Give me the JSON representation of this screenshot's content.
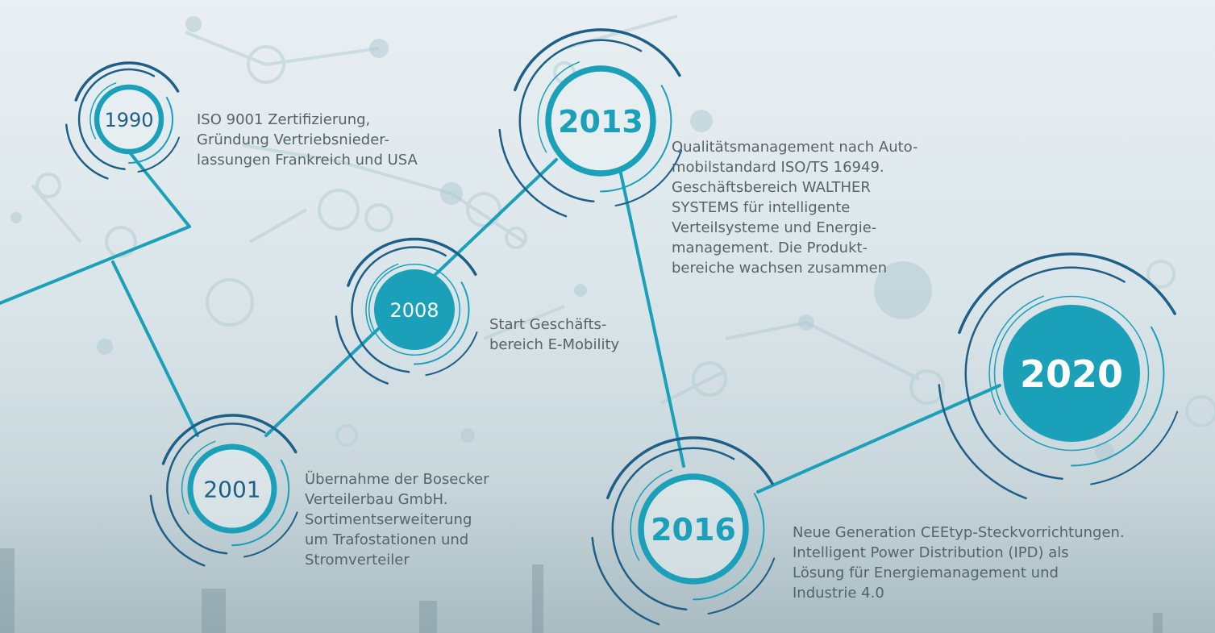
{
  "milestones": [
    {
      "year": "1990",
      "text": "ISO 9001 Zertifizierung,\nGründung Vertriebsnieder-\nlassungen Frankreich und USA"
    },
    {
      "year": "2001",
      "text": "Übernahme der Bosecker\nVerteilerbau GmbH.\nSortimentserweiterung\num Trafostationen und\nStromverteiler"
    },
    {
      "year": "2008",
      "text": "Start Geschäfts-\nbereich E-Mobility"
    },
    {
      "year": "2013",
      "text": "Qualitätsmanagement nach Auto-\nmobilstandard ISO/TS 16949.\nGeschäftsbereich WALTHER\nSYSTEMS für intelligente\nVerteilsysteme und Energie-\nmanagement. Die Produkt-\nbereiche wachsen zusammen"
    },
    {
      "year": "2016",
      "text": "Neue Generation CEEtyp-Steckvorrichtungen.\nIntelligent Power Distribution (IPD) als\nLösung für Energiemanagement und\nIndustrie 4.0"
    },
    {
      "year": "2020",
      "text": ""
    }
  ],
  "colors": {
    "teal": "#1aa0b8",
    "navy": "#1d5f86",
    "text": "#56636a"
  }
}
